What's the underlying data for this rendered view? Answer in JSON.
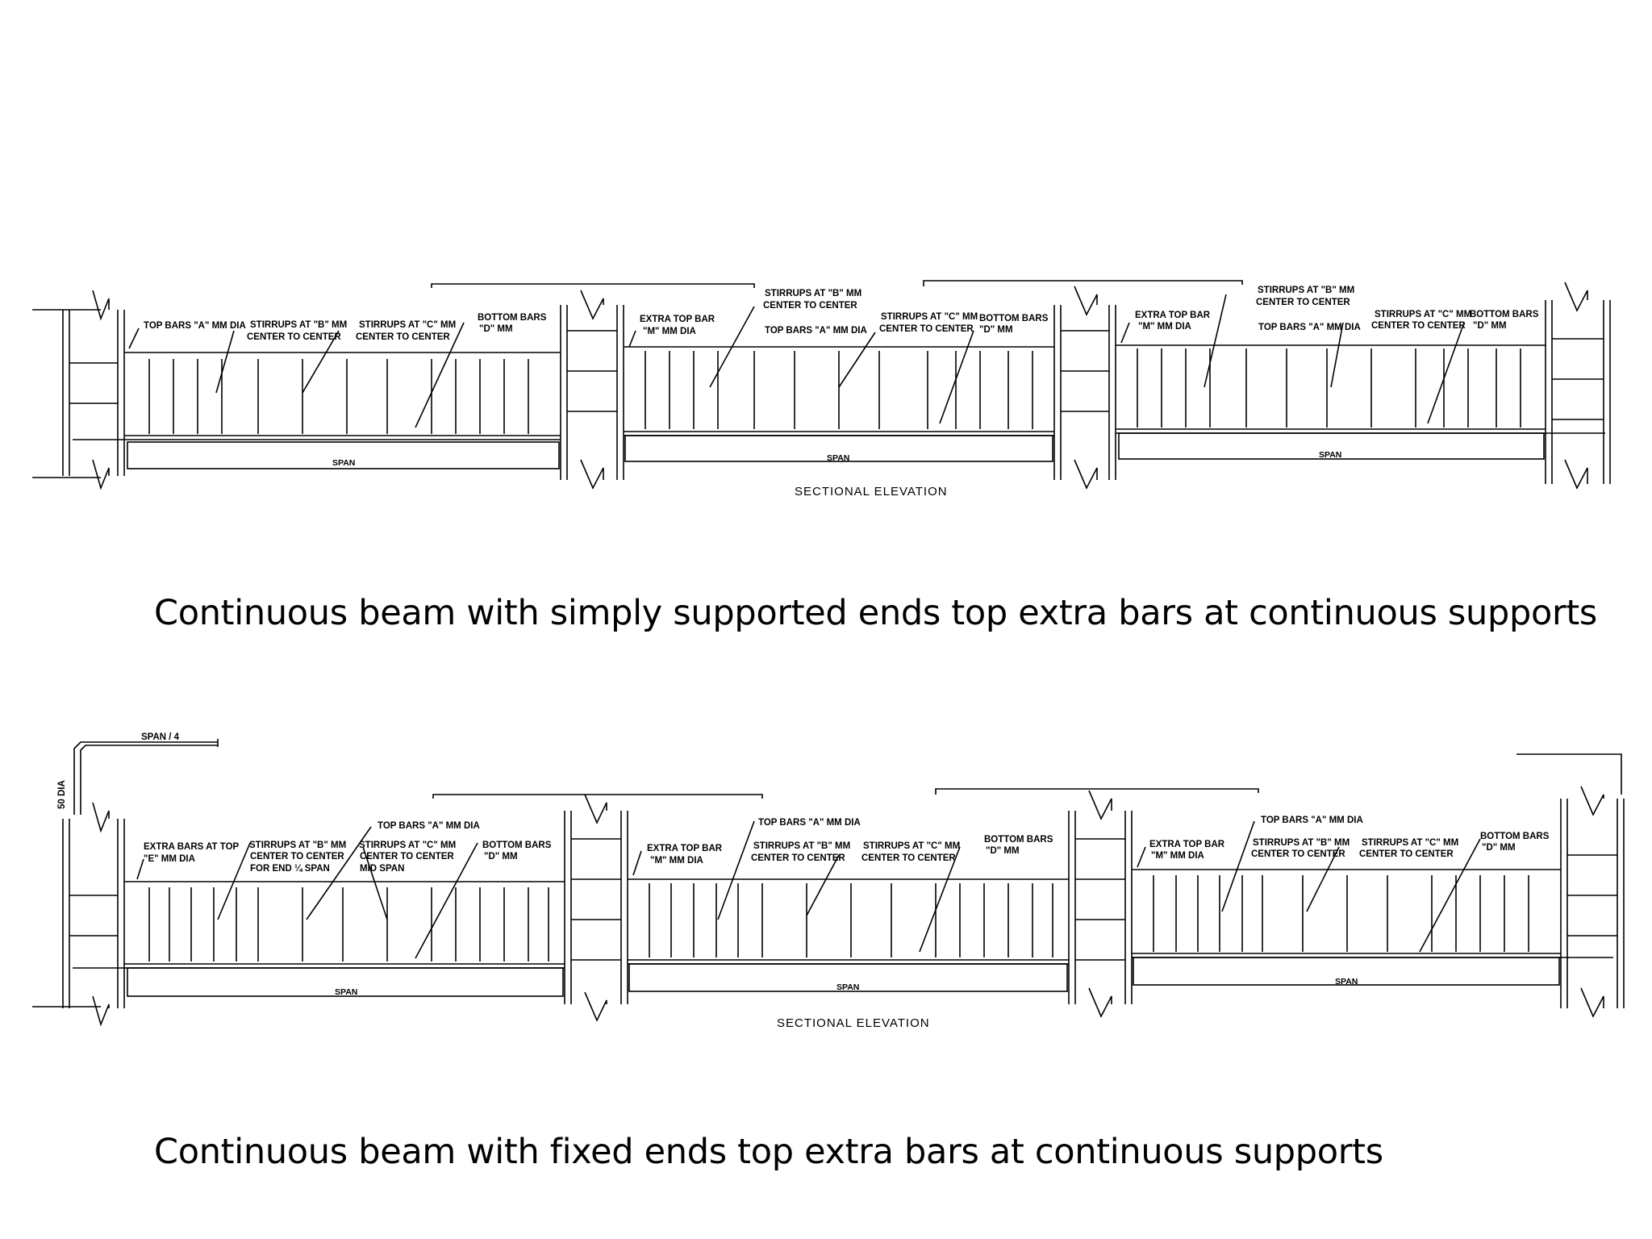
{
  "drawing1": {
    "labels": {
      "top_bars_a": "TOP BARS \"A\" MM DIA",
      "stirrups_b": "STIRRUPS AT \"B\" MM",
      "stirrups_b2": "CENTER TO CENTER",
      "stirrups_c": "STIRRUPS AT \"C\" MM",
      "stirrups_c2": "CENTER TO CENTER",
      "bottom_bars": "BOTTOM BARS",
      "bottom_bars2": "\"D\" MM",
      "extra_top_bar": "EXTRA TOP BAR",
      "extra_top_bar2": "\"M\" MM DIA",
      "stirrups_b_mid": "STIRRUPS AT \"B\" MM",
      "stirrups_b_mid2": "CENTER TO CENTER",
      "top_bars_a_mid": "TOP BARS \"A\" MM DIA",
      "stirrups_c_mid": "STIRRUPS AT \"C\" MM",
      "stirrups_c_mid2": "CENTER TO CENTER",
      "bottom_bars_mid": "BOTTOM BARS",
      "bottom_bars_mid2": "\"D\" MM",
      "extra_top_bar_r": "EXTRA TOP BAR",
      "extra_top_bar_r2": "\"M\" MM DIA",
      "stirrups_b_r": "STIRRUPS AT \"B\" MM",
      "stirrups_b_r2": "CENTER TO CENTER",
      "top_bars_a_r": "TOP BARS \"A\" MM DIA",
      "stirrups_c_r": "STIRRUPS AT \"C\" MM",
      "stirrups_c_r2": "CENTER TO CENTER",
      "bottom_bars_r": "BOTTOM BARS",
      "bottom_bars_r2": "\"D\" MM",
      "span1": "SPAN",
      "span2": "SPAN",
      "span3": "SPAN",
      "section": "SECTIONAL ELEVATION"
    }
  },
  "caption1": "Continuous beam with simply supported ends top extra bars at continuous supports",
  "drawing2": {
    "labels": {
      "span_quarter": "SPAN / 4",
      "dia50": "50 DIA",
      "extra_bars_top": "EXTRA BARS AT TOP",
      "extra_bars_top2": "\"E\" MM DIA",
      "stirrups_b": "STIRRUPS AT \"B\" MM",
      "stirrups_b2": "CENTER TO CENTER",
      "stirrups_b3": "FOR END ¼ SPAN",
      "top_bars_a": "TOP BARS \"A\" MM DIA",
      "stirrups_c": "STIRRUPS AT \"C\" MM",
      "stirrups_c2": "CENTER TO CENTER",
      "stirrups_c3": "MID SPAN",
      "bottom_bars": "BOTTOM BARS",
      "bottom_bars2": "\"D\" MM",
      "extra_top_bar": "EXTRA TOP BAR",
      "extra_top_bar2": "\"M\" MM DIA",
      "top_bars_a_mid": "TOP BARS \"A\" MM DIA",
      "stirrups_b_mid": "STIRRUPS AT \"B\" MM",
      "stirrups_b_mid2": "CENTER TO CENTER",
      "stirrups_c_mid": "STIRRUPS AT \"C\" MM",
      "stirrups_c_mid2": "CENTER TO CENTER",
      "bottom_bars_mid": "BOTTOM BARS",
      "bottom_bars_mid2": "\"D\" MM",
      "extra_top_bar_r": "EXTRA TOP BAR",
      "extra_top_bar_r2": "\"M\" MM DIA",
      "top_bars_a_r": "TOP BARS \"A\" MM DIA",
      "stirrups_b_r": "STIRRUPS AT \"B\" MM",
      "stirrups_b_r2": "CENTER TO CENTER",
      "stirrups_c_r": "STIRRUPS AT \"C\" MM",
      "stirrups_c_r2": "CENTER TO CENTER",
      "bottom_bars_r": "BOTTOM BARS",
      "bottom_bars_r2": "\"D\" MM",
      "span1": "SPAN",
      "span2": "SPAN",
      "span3": "SPAN",
      "section": "SECTIONAL ELEVATION"
    }
  },
  "caption2": "Continuous beam with fixed ends top extra bars at continuous supports"
}
